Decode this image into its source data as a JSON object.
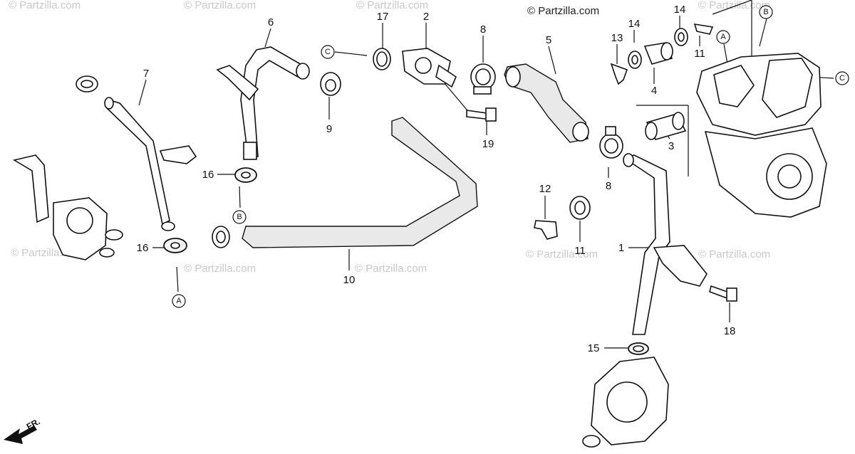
{
  "watermarks": {
    "copyright": "© Partzilla.com",
    "header_brand": "© Partzilla.com"
  },
  "callouts": {
    "c1": "1",
    "c2": "2",
    "c3": "3",
    "c4": "4",
    "c5": "5",
    "c6": "6",
    "c7": "7",
    "c8a": "8",
    "c8b": "8",
    "c9": "9",
    "c10": "10",
    "c11a": "11",
    "c11b": "11",
    "c12": "12",
    "c13": "13",
    "c14a": "14",
    "c14b": "14",
    "c15": "15",
    "c16a": "16",
    "c16b": "16",
    "c17": "17",
    "c18": "18",
    "c19": "19"
  },
  "references": {
    "a1": "A",
    "a2": "A",
    "b1": "B",
    "b2": "B",
    "cc1": "C",
    "cc2": "C"
  },
  "direction": {
    "label": "FR."
  }
}
